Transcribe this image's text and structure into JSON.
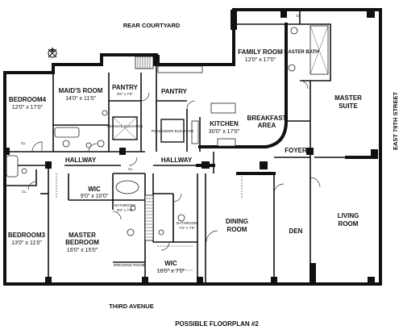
{
  "streets": {
    "top": "REAR COURTYARD",
    "bottom": "THIRD AVENUE",
    "right": "EAST 79TH STREET"
  },
  "caption": "POSSIBLE FLOORPLAN #2",
  "rooms": {
    "bedroom4": {
      "name": "BEDROOM4",
      "dims": "12'0\" x 17'0\""
    },
    "maids_room": {
      "name": "MAID'S ROOM",
      "dims": "14'0\" x 11'0\""
    },
    "pantry_small": {
      "name": "PANTRY",
      "dims": "8'0\" x 7'0\""
    },
    "pantry": {
      "name": "PANTRY"
    },
    "family_room": {
      "name": "FAMILY ROOM",
      "dims": "12'0\" x 17'0\""
    },
    "master_bath": {
      "name": "MASTER BATH"
    },
    "kitchen": {
      "name": "KITCHEN",
      "dims": "30'0\" x 17'0\""
    },
    "breakfast": {
      "name": "BREAKFAST",
      "name2": "AREA"
    },
    "master_suite": {
      "name": "MASTER",
      "name2": "SUITE"
    },
    "hallway_left": {
      "name": "HALLWAY"
    },
    "hallway_right": {
      "name": "HALLWAY"
    },
    "foyer": {
      "name": "FOYER"
    },
    "wic_upper": {
      "name": "WIC",
      "dims": "9'0\" x 10'0\""
    },
    "bedroom3": {
      "name": "BEDROOM3",
      "dims": "13'0\" x 11'0\""
    },
    "master_bedroom": {
      "name": "MASTER",
      "name2": "BEDROOM",
      "dims": "16'0\" x 15'0\""
    },
    "wic_lower": {
      "name": "WIC",
      "dims": "16'0\" x 7'0\""
    },
    "dining_room": {
      "name": "DINING",
      "name2": "ROOM"
    },
    "den": {
      "name": "DEN"
    },
    "living_room": {
      "name": "LIVING",
      "name2": "ROOM"
    }
  },
  "small_labels": {
    "service_elevator": "SERVICE ELEVATOR",
    "passenger_elevator": "PASSENGER ELEVATOR",
    "bathroom_upper": "BATHROOM",
    "bathroom_upper_dims": "8'0\" x 7'6\"",
    "bathroom_lower": "BATHROOM",
    "bathroom_lower_dims": "7'0\" x 7'0\"",
    "dressing_room": "DRESSING ROOM",
    "closet": "CL"
  }
}
